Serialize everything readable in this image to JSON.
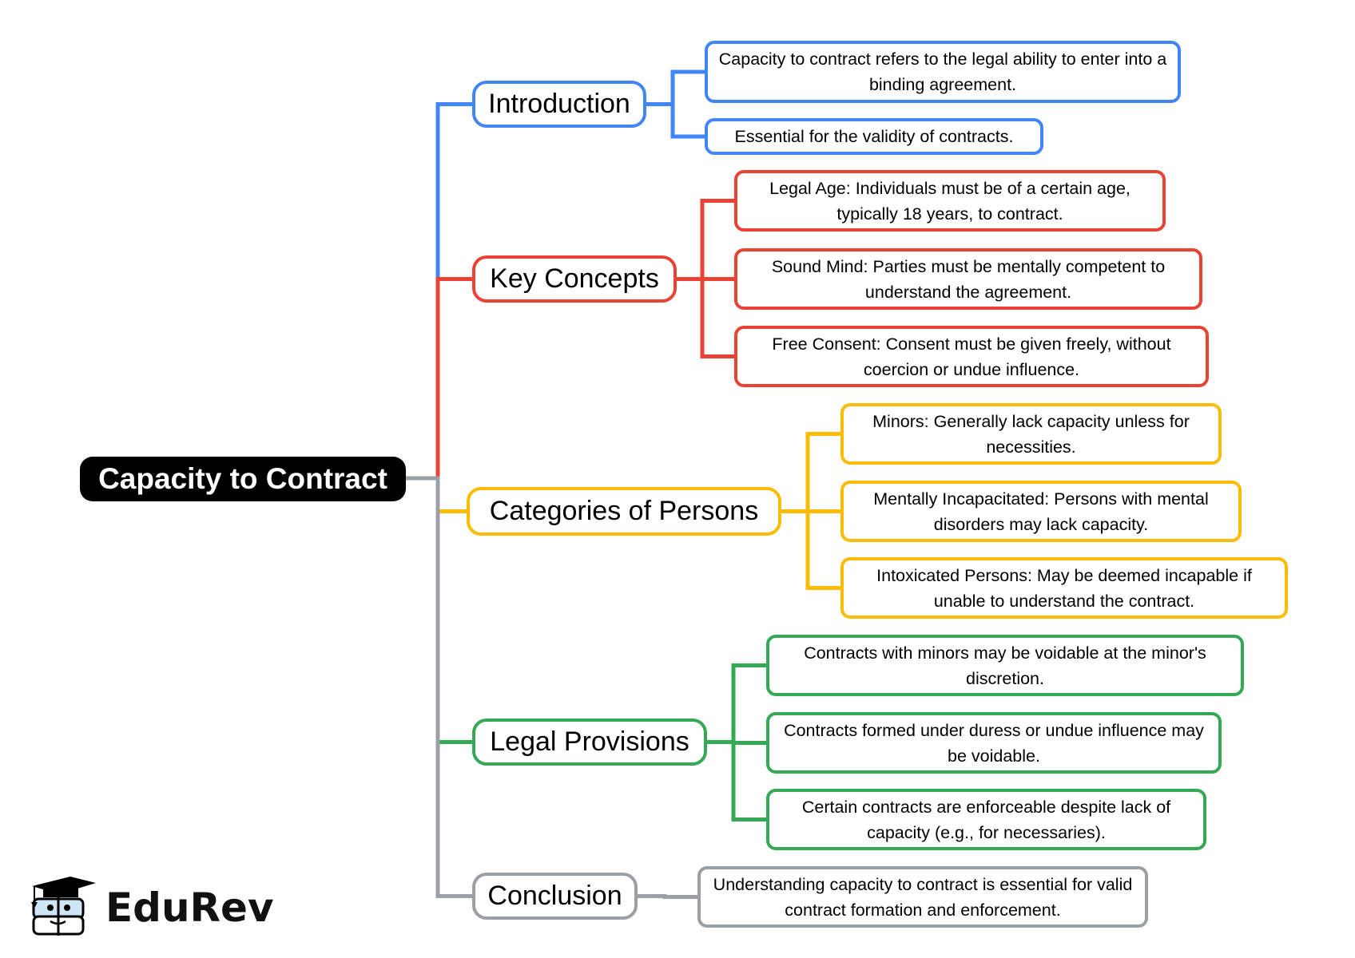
{
  "title": "Capacity to Contract",
  "colors": {
    "root_bg": "#000000",
    "introduction": "#4285F4",
    "key_concepts": "#EA4335",
    "categories": "#FBBC04",
    "legal_provisions": "#34A853",
    "conclusion": "#9AA0A6"
  },
  "branches": [
    {
      "id": "introduction",
      "label": "Introduction",
      "color": "#4285F4",
      "leaves": [
        "Capacity to contract refers to the legal ability to enter into a binding agreement.",
        "Essential for the validity of contracts."
      ]
    },
    {
      "id": "key_concepts",
      "label": "Key Concepts",
      "color": "#EA4335",
      "leaves": [
        "Legal Age: Individuals must be of a certain age, typically 18 years, to contract.",
        "Sound Mind: Parties must be mentally competent to understand the agreement.",
        "Free Consent: Consent must be given freely, without coercion or undue influence."
      ]
    },
    {
      "id": "categories",
      "label": "Categories of Persons",
      "color": "#FBBC04",
      "leaves": [
        "Minors: Generally lack capacity unless for necessities.",
        "Mentally Incapacitated: Persons with mental disorders may lack capacity.",
        "Intoxicated Persons: May be deemed incapable if unable to understand the contract."
      ]
    },
    {
      "id": "legal_provisions",
      "label": "Legal Provisions",
      "color": "#34A853",
      "leaves": [
        "Contracts with minors may be voidable at the minor's discretion.",
        "Contracts formed under duress or undue influence may be voidable.",
        "Certain contracts are enforceable despite lack of capacity (e.g., for necessaries)."
      ]
    },
    {
      "id": "conclusion",
      "label": "Conclusion",
      "color": "#9AA0A6",
      "leaves": [
        "Understanding capacity to contract is essential for valid contract formation and enforcement."
      ]
    }
  ],
  "logo": {
    "icon": "graduation-cap-book-mascot-icon",
    "text": "EduRev"
  }
}
